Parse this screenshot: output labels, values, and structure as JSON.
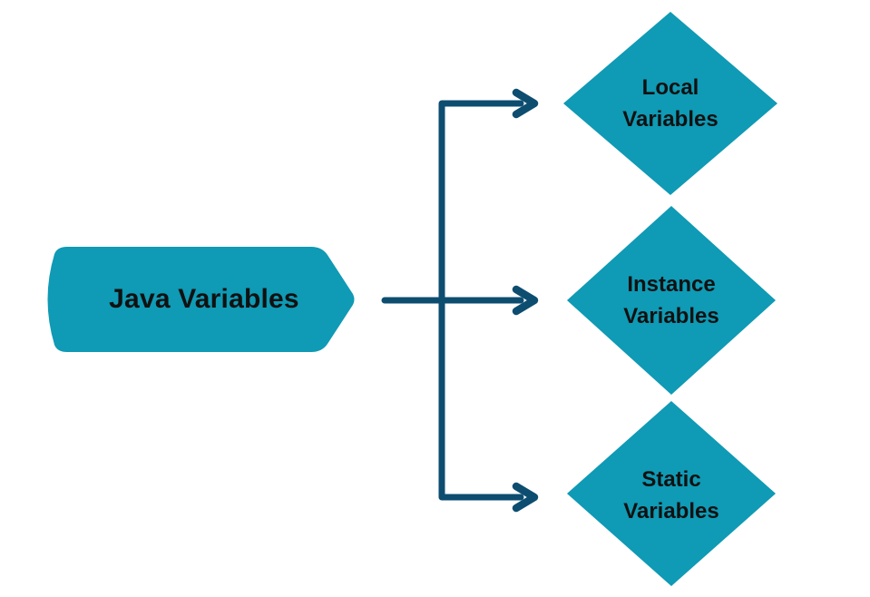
{
  "diagram": {
    "root_label": "Java Variables",
    "nodes": [
      {
        "line1": "Local",
        "line2": "Variables"
      },
      {
        "line1": "Instance",
        "line2": "Variables"
      },
      {
        "line1": "Static",
        "line2": "Variables"
      }
    ]
  },
  "colors": {
    "node_fill": "#0f9ab5",
    "connector": "#0d4d70",
    "text": "#111111",
    "background": "#ffffff"
  }
}
